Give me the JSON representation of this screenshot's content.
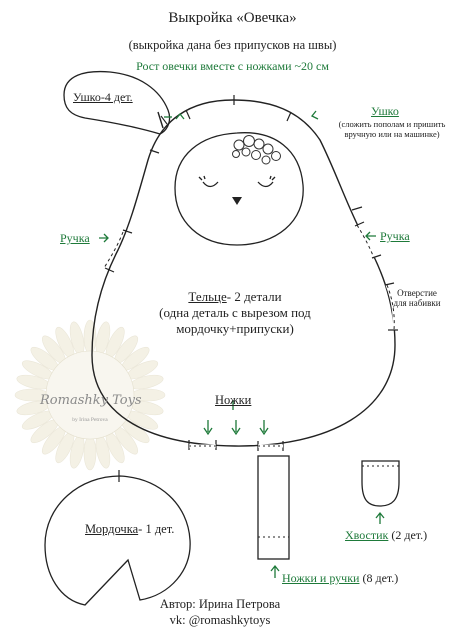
{
  "title": "Выкройка «Овечка»",
  "subtitle": "(выкройка дана без припусков на швы)",
  "height_note": "Рост овечки вместе с ножками ~20 см",
  "ear_piece_label": "Ушко-4 дет.",
  "ear_instruction": {
    "heading": "Ушко",
    "line1": "(сложить пополам и пришить",
    "line2": "вручную или на машинке)"
  },
  "arm_left": "Ручка",
  "arm_right": "Ручка",
  "stuffing_hole": {
    "line1": "Отверстие",
    "line2": "для набивки"
  },
  "body_label": {
    "heading": "Тельце",
    "suffix": "- 2 детали",
    "line2": "(одна деталь с вырезом под",
    "line3": "мордочку+припуски)"
  },
  "legs_label": "Ножки",
  "watermark": {
    "brand": "Romashky Toys",
    "byline": "by Irina Petrova"
  },
  "face_label": {
    "heading": "Мордочка",
    "suffix": "- 1 дет."
  },
  "tail_label": {
    "heading": "Хвостик",
    "suffix": "(2 дет.)"
  },
  "legs_arms_label": {
    "heading": "Ножки и ручки",
    "suffix": "(8 дет.)"
  },
  "footer": {
    "author": "Автор: Ирина Петрова",
    "vk": "vk: @romashkytoys"
  },
  "colors": {
    "accent_green": "#1e7a3a",
    "outline": "#222222",
    "watermark_petal": "#e9e4cf"
  }
}
